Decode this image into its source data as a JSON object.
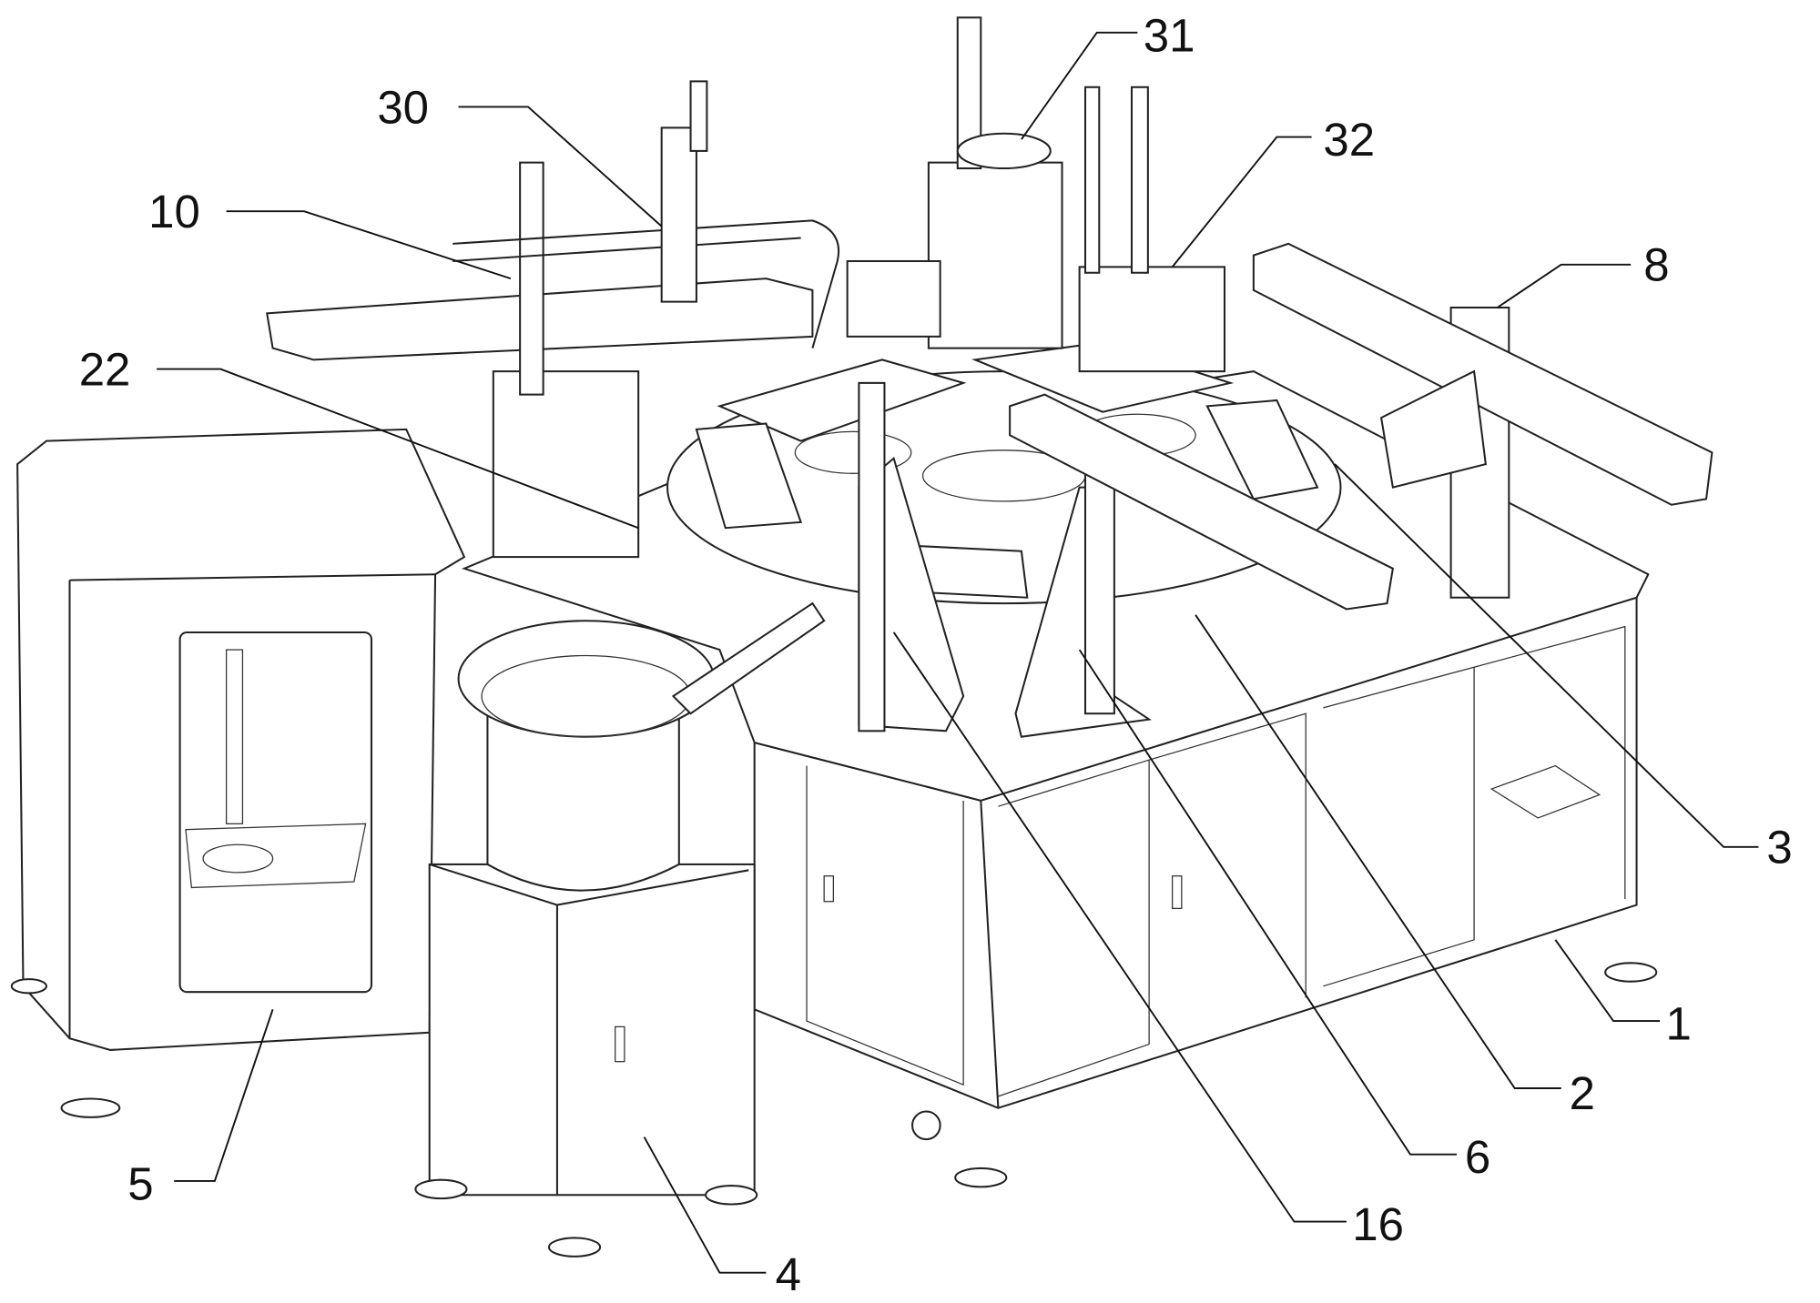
{
  "figure": {
    "type": "patent-perspective-drawing",
    "reference_labels": [
      "31",
      "30",
      "32",
      "10",
      "8",
      "22",
      "3",
      "1",
      "2",
      "6",
      "16",
      "5",
      "4"
    ]
  }
}
